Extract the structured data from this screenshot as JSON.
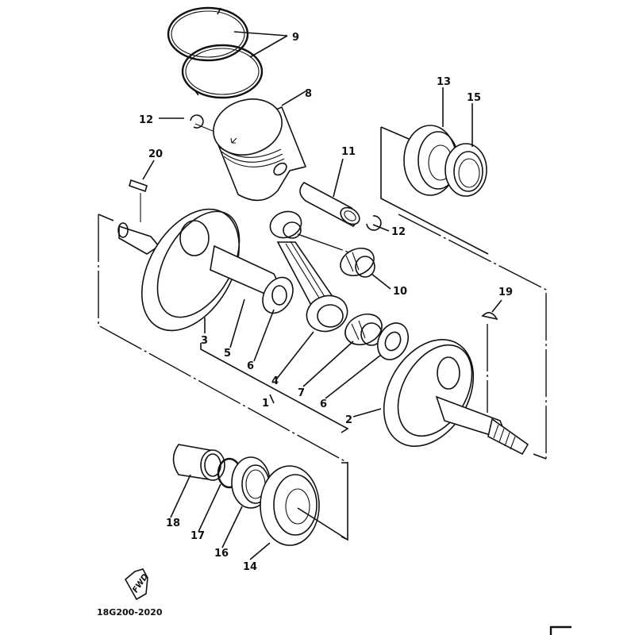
{
  "diagram": {
    "type": "exploded-parts-diagram",
    "subject": "crankshaft and piston assembly",
    "part_code": "18G200-2020",
    "direction_badge": "FWD",
    "callouts": [
      {
        "id": "1",
        "part": "crankshaft assembly"
      },
      {
        "id": "2",
        "part": "crank 2 (right)"
      },
      {
        "id": "3",
        "part": "crank 1 (left)"
      },
      {
        "id": "4",
        "part": "connecting rod"
      },
      {
        "id": "5",
        "part": "crank pin"
      },
      {
        "id": "6",
        "part": "washer, plate"
      },
      {
        "id": "7",
        "part": "big end bearing"
      },
      {
        "id": "8",
        "part": "piston"
      },
      {
        "id": "9",
        "part": "piston ring set"
      },
      {
        "id": "10",
        "part": "small end bearing"
      },
      {
        "id": "11",
        "part": "piston pin"
      },
      {
        "id": "12",
        "part": "piston pin clip"
      },
      {
        "id": "13",
        "part": "bearing"
      },
      {
        "id": "14",
        "part": "bearing"
      },
      {
        "id": "15",
        "part": "oil seal"
      },
      {
        "id": "16",
        "part": "oil seal"
      },
      {
        "id": "17",
        "part": "o-ring"
      },
      {
        "id": "18",
        "part": "spacer"
      },
      {
        "id": "19",
        "part": "woodruff key"
      },
      {
        "id": "20",
        "part": "straight key"
      }
    ],
    "labels": {
      "l9": "9",
      "l8": "8",
      "l12a": "12",
      "l12b": "12",
      "l20": "20",
      "l11": "11",
      "l13": "13",
      "l15": "15",
      "l10": "10",
      "l19": "19",
      "l3": "3",
      "l5": "5",
      "l6a": "6",
      "l4": "4",
      "l1": "1",
      "l7": "7",
      "l6b": "6",
      "l2": "2",
      "l18": "18",
      "l17": "17",
      "l16": "16",
      "l14": "14"
    }
  }
}
